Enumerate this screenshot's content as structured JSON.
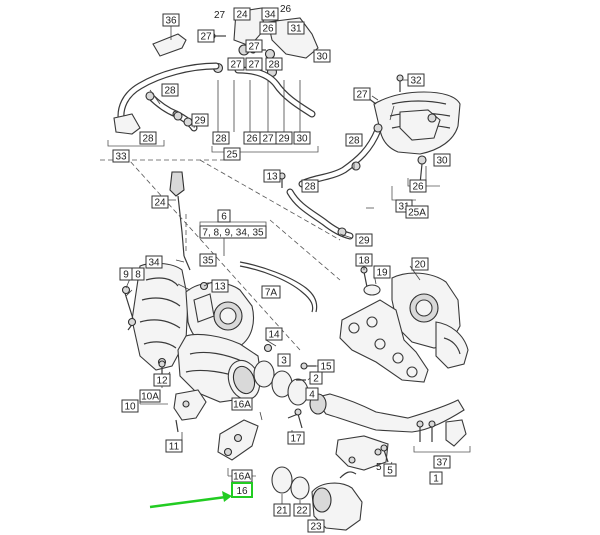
{
  "diagram": {
    "callouts": [
      {
        "id": "c36",
        "label": "36"
      },
      {
        "id": "c24t",
        "label": "24"
      },
      {
        "id": "c34t",
        "label": "34"
      },
      {
        "id": "c26t",
        "label": "26"
      },
      {
        "id": "c27a",
        "label": "27"
      },
      {
        "id": "c31t",
        "label": "31"
      },
      {
        "id": "c27b",
        "label": "27"
      },
      {
        "id": "c30t",
        "label": "30"
      },
      {
        "id": "c27c",
        "label": "27"
      },
      {
        "id": "c27d",
        "label": "27"
      },
      {
        "id": "c28a",
        "label": "28"
      },
      {
        "id": "c32",
        "label": "32"
      },
      {
        "id": "c27e",
        "label": "27"
      },
      {
        "id": "c28b",
        "label": "28"
      },
      {
        "id": "c29a",
        "label": "29"
      },
      {
        "id": "c28c",
        "label": "28"
      },
      {
        "id": "c28d",
        "label": "28"
      },
      {
        "id": "c33",
        "label": "33"
      },
      {
        "id": "c26b",
        "label": "26"
      },
      {
        "id": "c27f",
        "label": "27"
      },
      {
        "id": "c29b",
        "label": "29"
      },
      {
        "id": "c30b",
        "label": "30"
      },
      {
        "id": "c25",
        "label": "25"
      },
      {
        "id": "c28e",
        "label": "28"
      },
      {
        "id": "c30r",
        "label": "30"
      },
      {
        "id": "c26r",
        "label": "26"
      },
      {
        "id": "c13a",
        "label": "13"
      },
      {
        "id": "c28f",
        "label": "28"
      },
      {
        "id": "c31r",
        "label": "31"
      },
      {
        "id": "c25A",
        "label": "25A"
      },
      {
        "id": "c24",
        "label": "24"
      },
      {
        "id": "c6",
        "label": "6"
      },
      {
        "id": "c7set",
        "label": "7, 8, 9, 34, 35"
      },
      {
        "id": "c29r",
        "label": "29"
      },
      {
        "id": "c35",
        "label": "35"
      },
      {
        "id": "c34",
        "label": "34"
      },
      {
        "id": "c9",
        "label": "9"
      },
      {
        "id": "c8",
        "label": "8"
      },
      {
        "id": "c13b",
        "label": "13"
      },
      {
        "id": "c18",
        "label": "18"
      },
      {
        "id": "c19",
        "label": "19"
      },
      {
        "id": "c20",
        "label": "20"
      },
      {
        "id": "c7A",
        "label": "7A"
      },
      {
        "id": "c14",
        "label": "14"
      },
      {
        "id": "c3",
        "label": "3"
      },
      {
        "id": "c15",
        "label": "15"
      },
      {
        "id": "c12",
        "label": "12"
      },
      {
        "id": "c2",
        "label": "2"
      },
      {
        "id": "c4",
        "label": "4"
      },
      {
        "id": "c10A",
        "label": "10A"
      },
      {
        "id": "c10",
        "label": "10"
      },
      {
        "id": "c16A",
        "label": "16A"
      },
      {
        "id": "c17",
        "label": "17"
      },
      {
        "id": "c11",
        "label": "11"
      },
      {
        "id": "c37",
        "label": "37"
      },
      {
        "id": "c5",
        "label": "5"
      },
      {
        "id": "c1",
        "label": "1"
      },
      {
        "id": "c16Ab",
        "label": "16A"
      },
      {
        "id": "c16",
        "label": "16"
      },
      {
        "id": "c21",
        "label": "21"
      },
      {
        "id": "c22",
        "label": "22"
      },
      {
        "id": "c23",
        "label": "23"
      }
    ],
    "plain_labels": [
      {
        "id": "p26",
        "label": "26"
      },
      {
        "id": "p27",
        "label": "27"
      },
      {
        "id": "p5",
        "label": "5"
      }
    ],
    "colors": {
      "line": "#3a3a3a",
      "highlight": "#22cc22",
      "arrow": "#22cc22"
    }
  }
}
